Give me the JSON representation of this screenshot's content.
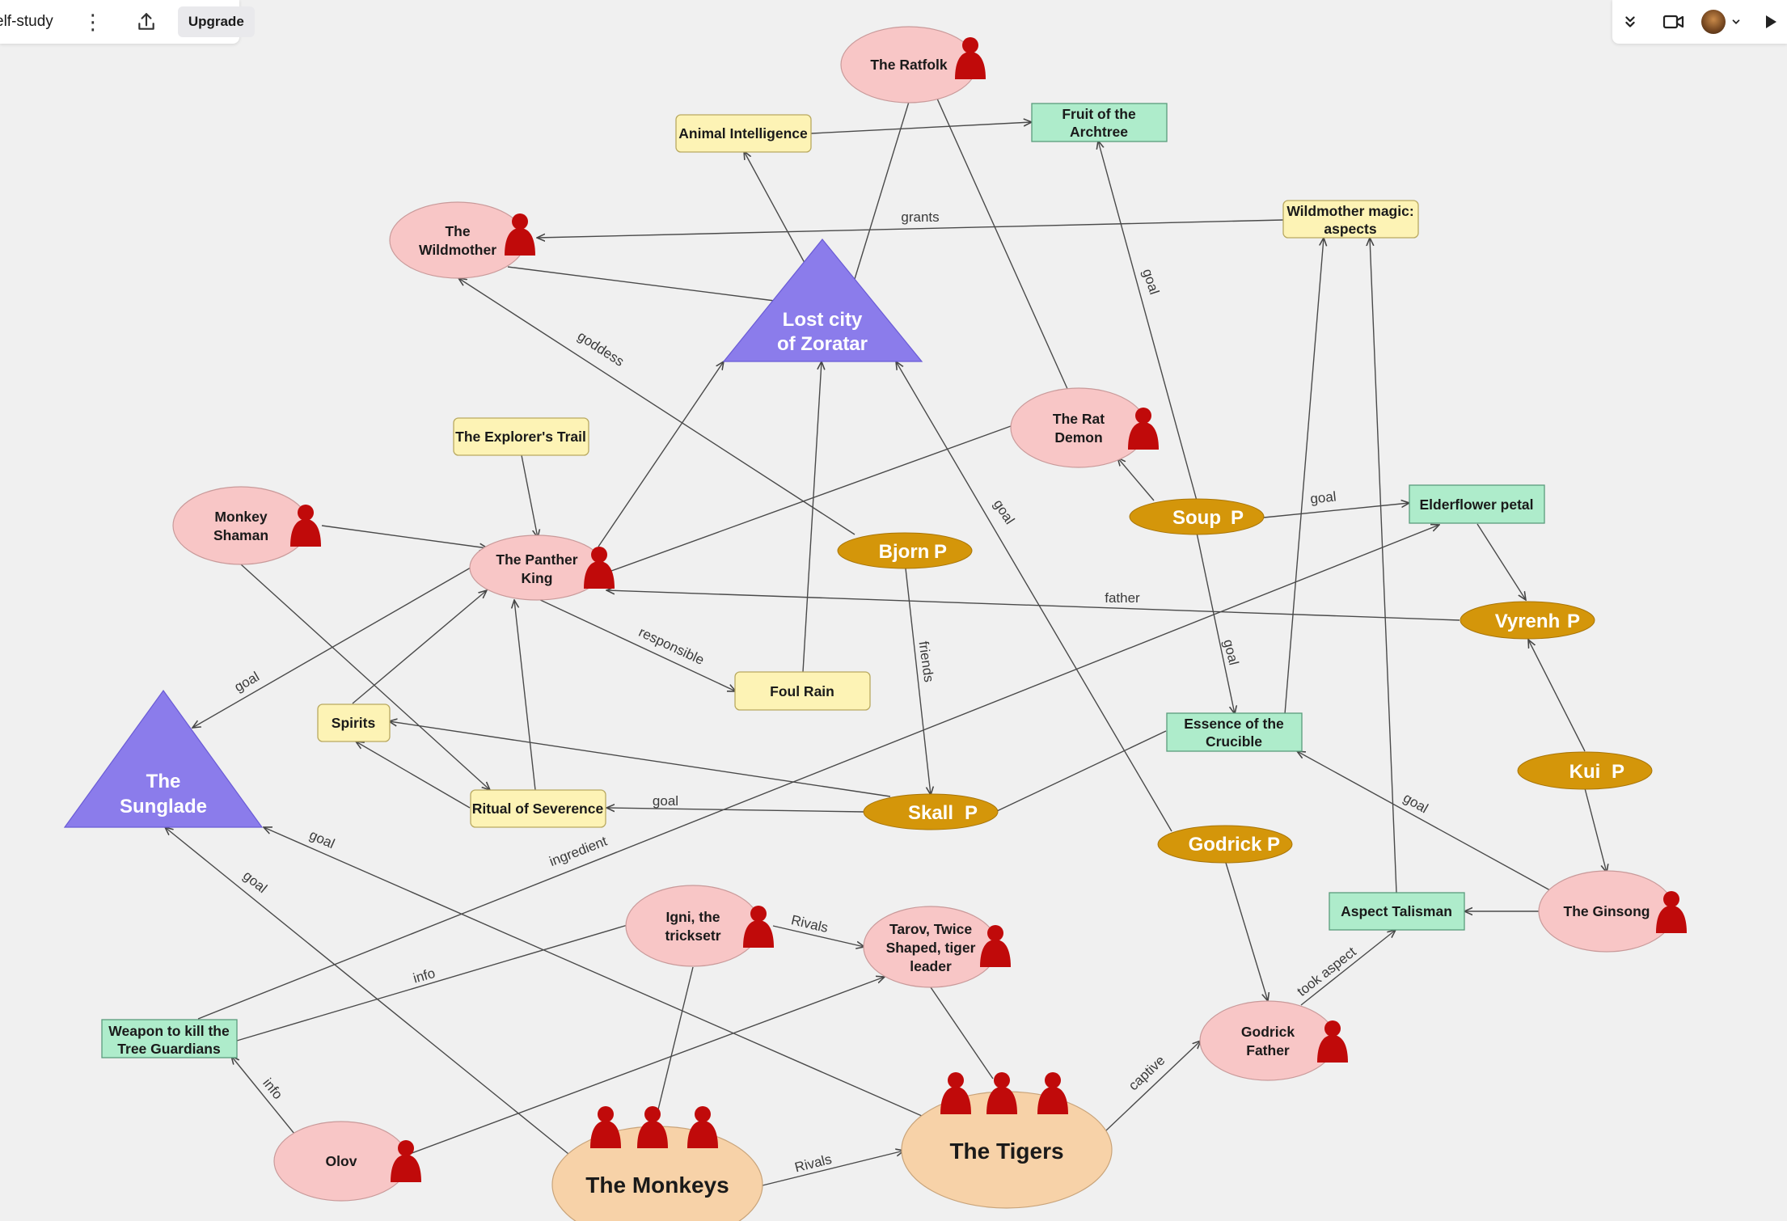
{
  "toolbar": {
    "board_name": "elf-study",
    "upgrade_label": "Upgrade",
    "menu_icon": "more-vertical-icon",
    "share_icon": "share-upload-icon",
    "collapse_icon": "chevrons-down-icon",
    "video_icon": "video-camera-icon",
    "avatar_icon": "user-avatar",
    "dropdown_icon": "chevron-down-icon",
    "present_icon": "play-icon"
  },
  "colors": {
    "canvas": "#f0f0f0",
    "character_fill": "#f8c6c6",
    "player_fill": "#d4960a",
    "concept_fill": "#fdf3b5",
    "item_fill": "#aeeccb",
    "location_fill": "#8b7ceb",
    "group_fill": "#f7d2a8",
    "figure_red": "#c00a0a"
  },
  "nodes": {
    "ratfolk": "The Ratfolk",
    "animal_intelligence": "Animal Intelligence",
    "fruit_l1": "Fruit of the",
    "fruit_l2": "Archtree",
    "wildmother_l1": "The",
    "wildmother_l2": "Wildmother",
    "wm_magic_l1": "Wildmother magic:",
    "wm_magic_l2": "aspects",
    "lost_city_l1": "Lost city",
    "lost_city_l2": "of Zoratar",
    "rat_demon_l1": "The Rat",
    "rat_demon_l2": "Demon",
    "explorers_trail": "The Explorer's Trail",
    "monkey_shaman_l1": "Monkey",
    "monkey_shaman_l2": "Shaman",
    "panther_l1": "The Panther",
    "panther_l2": "King",
    "bjorn": "Bjorn",
    "soup": "Soup",
    "elderflower": "Elderflower petal",
    "vyrenh": "Vyrenh",
    "foul_rain": "Foul Rain",
    "spirits": "Spirits",
    "essence_l1": "Essence of the",
    "essence_l2": "Crucible",
    "sunglade_l1": "The",
    "sunglade_l2": "Sunglade",
    "ritual": "Ritual of Severence",
    "skall": "Skall",
    "kui": "Kui",
    "godrick": "Godrick",
    "aspect_talisman": "Aspect Talisman",
    "ginsong": "The Ginsong",
    "igni_l1": "Igni, the",
    "igni_l2": "tricksetr",
    "tarov_l1": "Tarov, Twice",
    "tarov_l2": "Shaped, tiger",
    "tarov_l3": "leader",
    "weapon_l1": "Weapon to kill the",
    "weapon_l2": "Tree Guardians",
    "godrick_father_l1": "Godrick",
    "godrick_father_l2": "Father",
    "olov": "Olov",
    "monkeys": "The Monkeys",
    "tigers": "The Tigers",
    "player_mark": "P"
  },
  "edge_labels": {
    "grants": "grants",
    "goddess": "goddess",
    "goal_fruit": "goal",
    "goal_elderflower": "goal",
    "goal_lostcity": "goal",
    "father": "father",
    "responsible": "responsible",
    "friends": "friends",
    "goal_essence": "goal",
    "goal_sunglade": "goal",
    "goal_ritual": "goal",
    "goal_ginsong": "goal",
    "ingredient": "ingredient",
    "goal_sunglade2": "goal",
    "goal_sunglade3": "goal",
    "rivals_igni": "Rivals",
    "info_igni": "info",
    "took_aspect": "took aspect",
    "captive": "captive",
    "info_olov": "info",
    "rivals_groups": "Rivals"
  }
}
